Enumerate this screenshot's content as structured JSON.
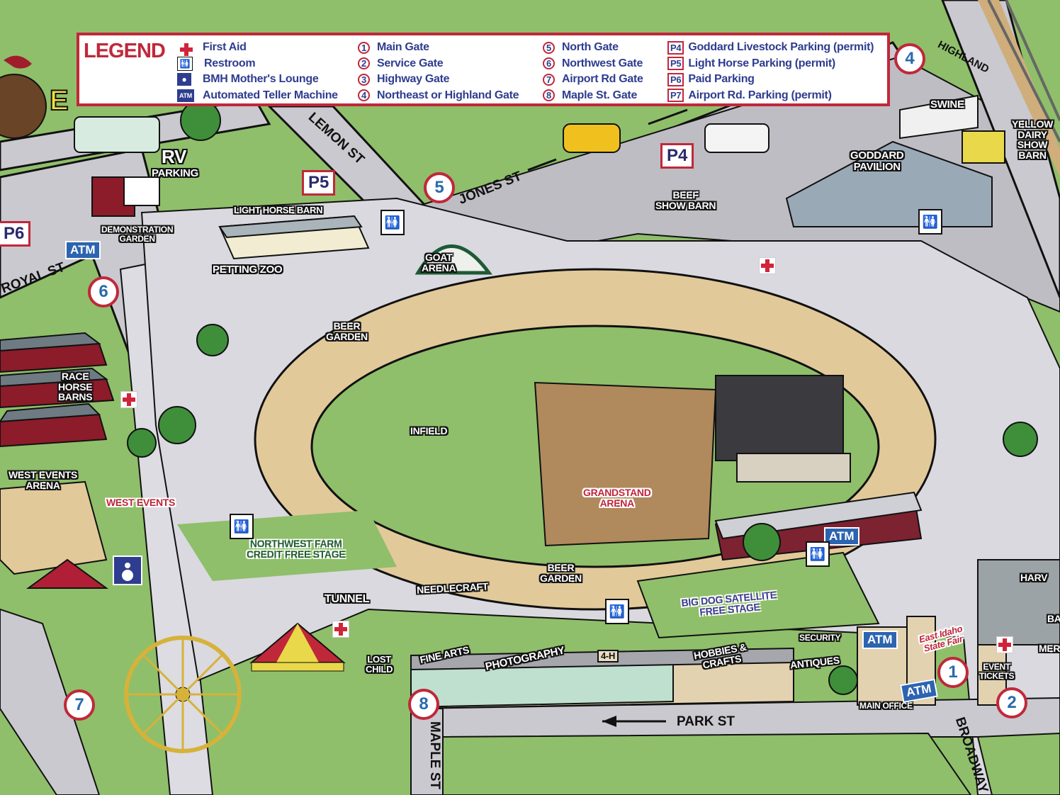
{
  "legend": {
    "title": "LEGEND",
    "symbols": [
      {
        "icon": "first-aid-icon",
        "label": "First Aid"
      },
      {
        "icon": "restroom-icon",
        "label": "Restroom"
      },
      {
        "icon": "mothers-lounge-icon",
        "label": "BMH Mother's Lounge"
      },
      {
        "icon": "atm-icon",
        "icon_text": "ATM",
        "label": "Automated Teller Machine"
      }
    ],
    "gates_a": [
      {
        "num": "1",
        "label": "Main Gate"
      },
      {
        "num": "2",
        "label": "Service Gate"
      },
      {
        "num": "3",
        "label": "Highway Gate"
      },
      {
        "num": "4",
        "label": "Northeast or Highland Gate"
      }
    ],
    "gates_b": [
      {
        "num": "5",
        "label": "North Gate"
      },
      {
        "num": "6",
        "label": "Northwest Gate"
      },
      {
        "num": "7",
        "label": "Airport Rd Gate"
      },
      {
        "num": "8",
        "label": "Maple St. Gate"
      }
    ],
    "parking": [
      {
        "code": "P4",
        "label": "Goddard Livestock Parking (permit)"
      },
      {
        "code": "P5",
        "label": "Light Horse Parking (permit)"
      },
      {
        "code": "P6",
        "label": "Paid Parking"
      },
      {
        "code": "P7",
        "label": "Airport Rd. Parking (permit)"
      }
    ]
  },
  "streets": {
    "lemon": "LEMON ST",
    "jones": "JONES ST",
    "highland": "HIGHLAND",
    "royal": "ROYAL ST",
    "park": "PARK ST",
    "maple": "MAPLE ST",
    "broadway": "BROADWAY"
  },
  "areas": {
    "rv": "RV",
    "rv_parking": "PARKING",
    "light_horse_barn": "LIGHT HORSE BARN",
    "demonstration_garden_1": "DEMONSTRATION",
    "demonstration_garden_2": "GARDEN",
    "petting_zoo": "PETTING ZOO",
    "goat_arena_1": "GOAT",
    "goat_arena_2": "ARENA",
    "beer_garden_n_1": "BEER",
    "beer_garden_n_2": "GARDEN",
    "beef_show_barn_1": "BEEF",
    "beef_show_barn_2": "SHOW BARN",
    "swine": "SWINE",
    "goddard_1": "GODDARD",
    "goddard_2": "PAVILION",
    "yellow_dairy_1": "YELLOW",
    "yellow_dairy_2": "DAIRY",
    "yellow_dairy_3": "SHOW",
    "yellow_dairy_4": "BARN",
    "race_horse_1": "RACE",
    "race_horse_2": "HORSE",
    "race_horse_3": "BARNS",
    "west_events_arena_1": "WEST EVENTS",
    "west_events_arena_2": "ARENA",
    "west_events": "WEST EVENTS",
    "infield": "INFIELD",
    "grandstand_1": "GRANDSTAND",
    "grandstand_2": "ARENA",
    "nw_stage_1": "NORTHWEST FARM",
    "nw_stage_2": "CREDIT FREE STAGE",
    "tunnel": "TUNNEL",
    "needlecraft": "NEEDLECRAFT",
    "beer_garden_s_1": "BEER",
    "beer_garden_s_2": "GARDEN",
    "big_dog_1": "BIG DOG SATELLITE",
    "big_dog_2": "FREE STAGE",
    "lost_child_1": "LOST",
    "lost_child_2": "CHILD",
    "fine_arts": "FINE ARTS",
    "photography": "PHOTOGRAPHY",
    "four_h": "4-H",
    "hobbies_1": "HOBBIES &",
    "hobbies_2": "CRAFTS",
    "antiques": "ANTIQUES",
    "security": "SECURITY",
    "main_office": "MAIN OFFICE",
    "event_tickets_1": "EVENT",
    "event_tickets_2": "TICKETS",
    "fair_sign_1": "East Idaho",
    "fair_sign_2": "State Fair",
    "harvest": "HARV",
    "ba": "BA",
    "mer": "MER"
  },
  "gates": {
    "g1": "1",
    "g2": "2",
    "g4": "4",
    "g5": "5",
    "g6": "6",
    "g7": "7",
    "g8": "8"
  },
  "parking_signs": {
    "p4": "P4",
    "p5": "P5",
    "p6": "P6"
  },
  "atm_label": "ATM",
  "colors": {
    "legend_border": "#c0283a",
    "legend_text": "#2e3d8f",
    "gate_number": "#2a6aad",
    "grass": "#8fbf6a",
    "road": "#c9c9cf",
    "track": "#e2c99a"
  }
}
